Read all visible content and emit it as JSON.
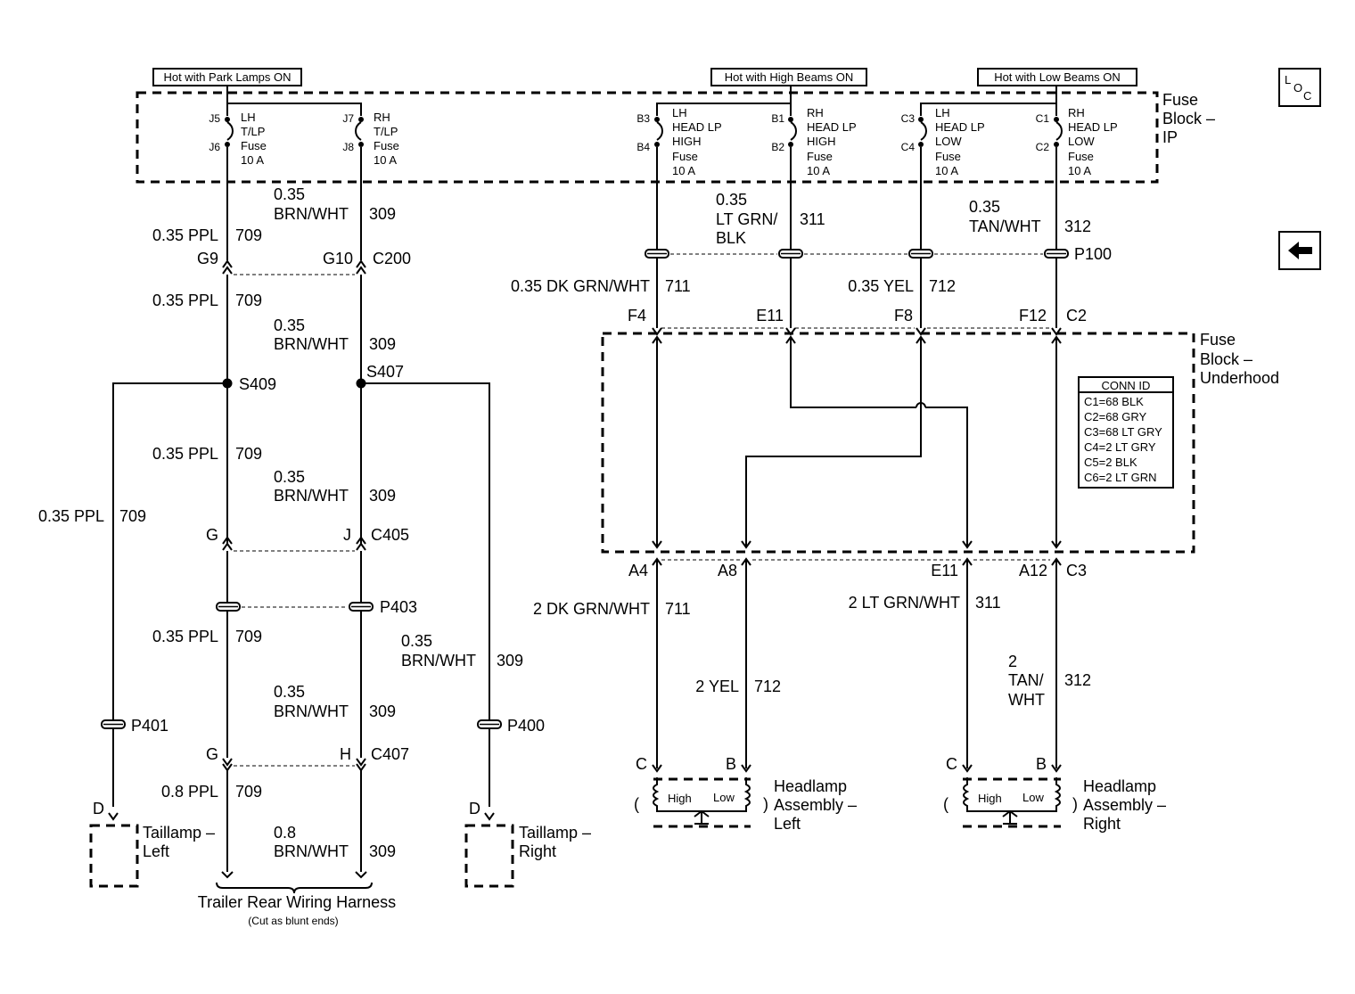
{
  "hot": {
    "park": "Hot with Park Lamps ON",
    "high": "Hot with High Beams ON",
    "low": "Hot with Low Beams ON"
  },
  "fuse_block_ip": [
    "Fuse",
    "Block –",
    "IP"
  ],
  "fuse_block_underhood": [
    "Fuse",
    "Block –",
    "Underhood"
  ],
  "fuses": {
    "lh_tlp": {
      "pin_top": "J5",
      "pin_bot": "J6",
      "lines": [
        "LH",
        "T/LP",
        "Fuse",
        "10 A"
      ]
    },
    "rh_tlp": {
      "pin_top": "J7",
      "pin_bot": "J8",
      "lines": [
        "RH",
        "T/LP",
        "Fuse",
        "10 A"
      ]
    },
    "lh_high": {
      "pin_top": "B3",
      "pin_bot": "B4",
      "lines": [
        "LH",
        "HEAD LP",
        "HIGH",
        "Fuse",
        "10 A"
      ]
    },
    "rh_high": {
      "pin_top": "B1",
      "pin_bot": "B2",
      "lines": [
        "RH",
        "HEAD LP",
        "HIGH",
        "Fuse",
        "10 A"
      ]
    },
    "lh_low": {
      "pin_top": "C3",
      "pin_bot": "C4",
      "lines": [
        "LH",
        "HEAD LP",
        "LOW",
        "Fuse",
        "10 A"
      ]
    },
    "rh_low": {
      "pin_top": "C1",
      "pin_bot": "C2",
      "lines": [
        "RH",
        "HEAD LP",
        "LOW",
        "Fuse",
        "10 A"
      ]
    }
  },
  "wires": {
    "brn_035_a": [
      "0.35",
      "BRN/WHT"
    ],
    "c309": "309",
    "ppl_035": "0.35 PPL",
    "c709": "709",
    "ltgrn_035": [
      "0.35",
      "LT GRN/",
      "BLK"
    ],
    "c311": "311",
    "tan_035": [
      "0.35",
      "TAN/WHT"
    ],
    "c312": "312",
    "dkgrn_035": "0.35 DK GRN/WHT",
    "c711": "711",
    "yel_035": "0.35 YEL",
    "c712": "712",
    "dkgrn_2": "2 DK GRN/WHT",
    "ltgrn_2": "2 LT GRN/WHT",
    "yel_2": "2 YEL",
    "tan_2": [
      "2",
      "TAN/",
      "WHT"
    ],
    "ppl_08": "0.8 PPL",
    "brn_08": [
      "0.8",
      "BRN/WHT"
    ]
  },
  "connectors": {
    "g9": "G9",
    "g10": "G10",
    "c200": "C200",
    "s409": "S409",
    "s407": "S407",
    "g": "G",
    "j": "J",
    "c405": "C405",
    "p403": "P403",
    "p401": "P401",
    "p400": "P400",
    "h": "H",
    "c407": "C407",
    "d": "D",
    "p100": "P100",
    "f4": "F4",
    "e11": "E11",
    "f8": "F8",
    "f12": "F12",
    "c2": "C2",
    "a4": "A4",
    "a8": "A8",
    "a12": "A12",
    "c3": "C3",
    "c": "C",
    "b": "B"
  },
  "conn_id": {
    "title": "CONN ID",
    "rows": [
      "C1=68 BLK",
      "C2=68 GRY",
      "C3=68 LT GRY",
      "C4=2 LT GRY",
      "C5=2 BLK",
      "C6=2 LT GRN"
    ]
  },
  "components": {
    "taillamp_left": [
      "Taillamp –",
      "Left"
    ],
    "taillamp_right": [
      "Taillamp –",
      "Right"
    ],
    "headlamp_left": [
      "Headlamp",
      "Assembly –",
      "Left"
    ],
    "headlamp_right": [
      "Headlamp",
      "Assembly –",
      "Right"
    ],
    "high": "High",
    "low": "Low",
    "paren_open": "(",
    "paren_close": ")"
  },
  "harness": {
    "title": "Trailer Rear Wiring Harness",
    "note": "(Cut as blunt ends)"
  },
  "nav": {
    "loc_l": "L",
    "loc_o": "O",
    "loc_c": "C",
    "back_arrow": "←"
  }
}
